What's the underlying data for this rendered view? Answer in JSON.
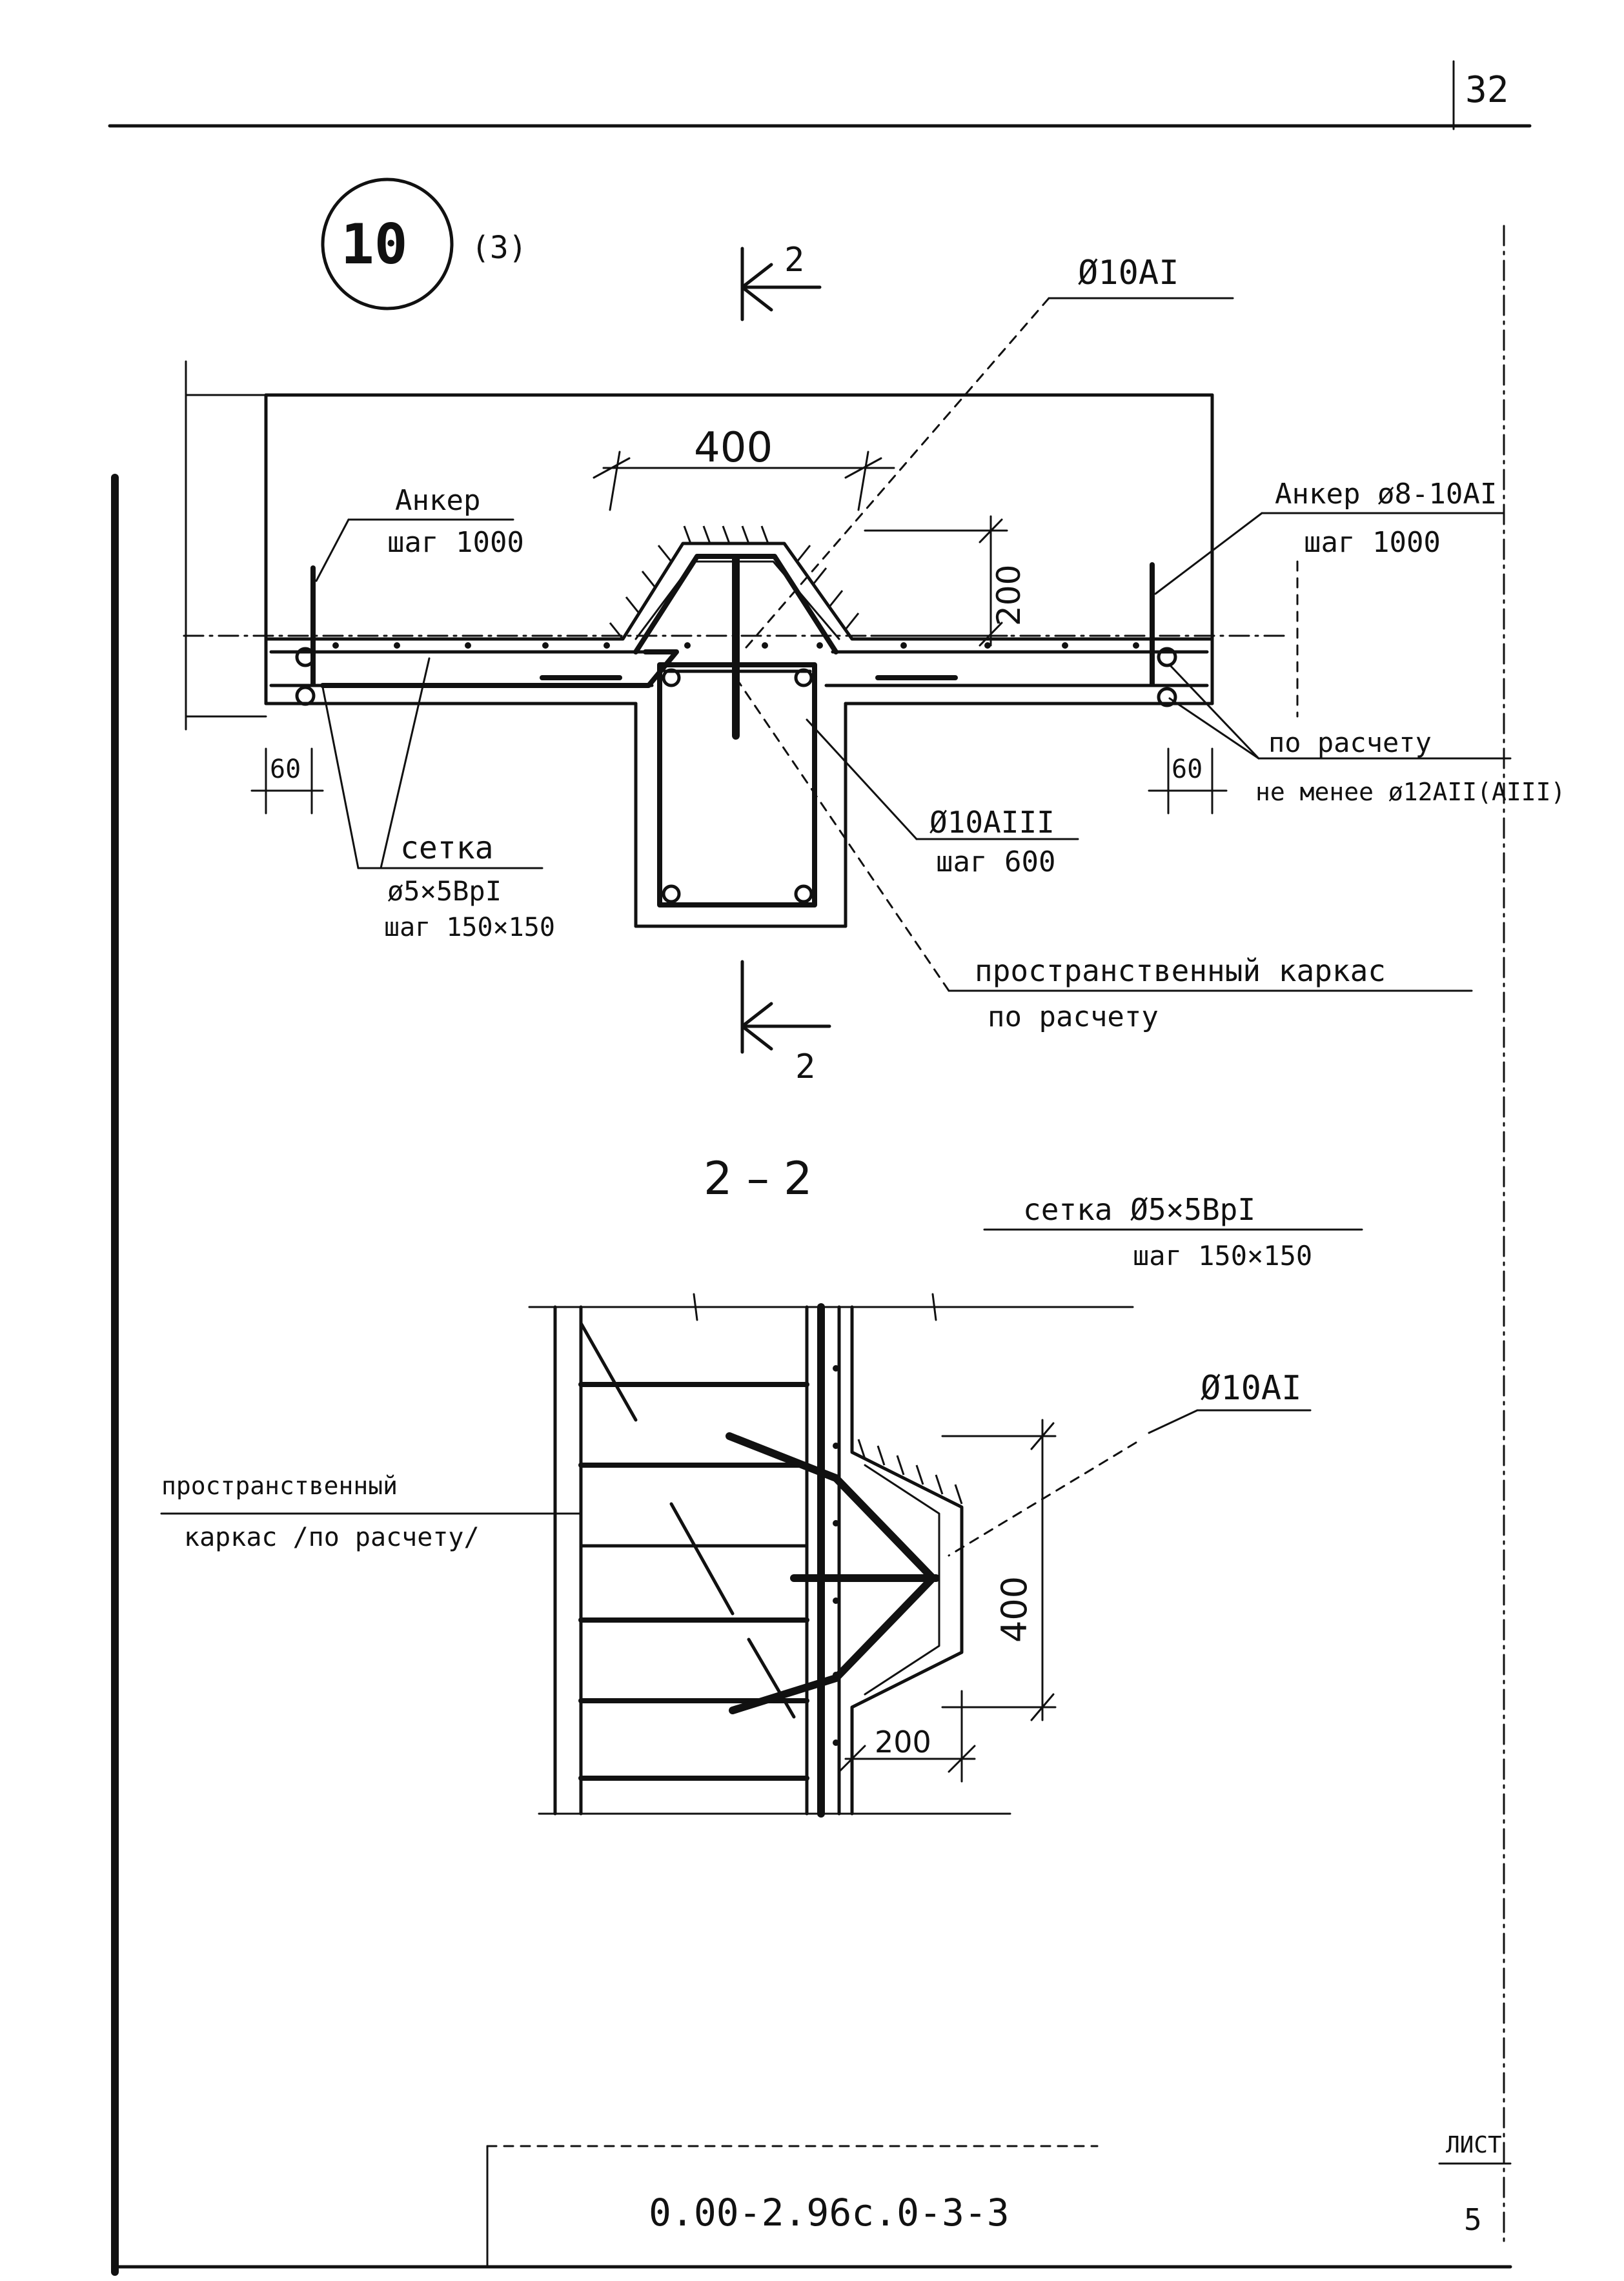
{
  "sheet": {
    "page_number": "32",
    "document_code": "0.00-2.96с.0-3-3",
    "sheet_label": "ЛИСТ",
    "sheet_number": "5"
  },
  "detail": {
    "number": "10",
    "ref": "(3)",
    "section_mark": "2",
    "section_title": "2 – 2"
  },
  "plan": {
    "top_bar": "Ø10AI",
    "dim_width": "400",
    "dim_height": "200",
    "anchor_left_line1": "Анкер",
    "anchor_left_line2": "шаг 1000",
    "anchor_right_line1": "Анкер ø8-10AI",
    "anchor_right_line2": "шаг 1000",
    "dim_left_60": "60",
    "dim_right_60": "60",
    "calc_line1": "по расчету",
    "calc_line2": "не менее ø12AII(AIII)",
    "mesh_title": "сетка",
    "mesh_line2": "ø5×5BpI",
    "mesh_line3": "шаг 150×150",
    "stirrup_line1": "Ø10AIII",
    "stirrup_line2": "шаг 600",
    "frame_line1": "пространственный каркас",
    "frame_line2": "по расчету"
  },
  "section": {
    "mesh_line1": "сетка Ø5×5BpI",
    "mesh_line2": "шаг 150×150",
    "bar": "Ø10AI",
    "frame_line1": "пространственный",
    "frame_line2": "каркас /по расчету/",
    "dim_400": "400",
    "dim_200": "200"
  }
}
